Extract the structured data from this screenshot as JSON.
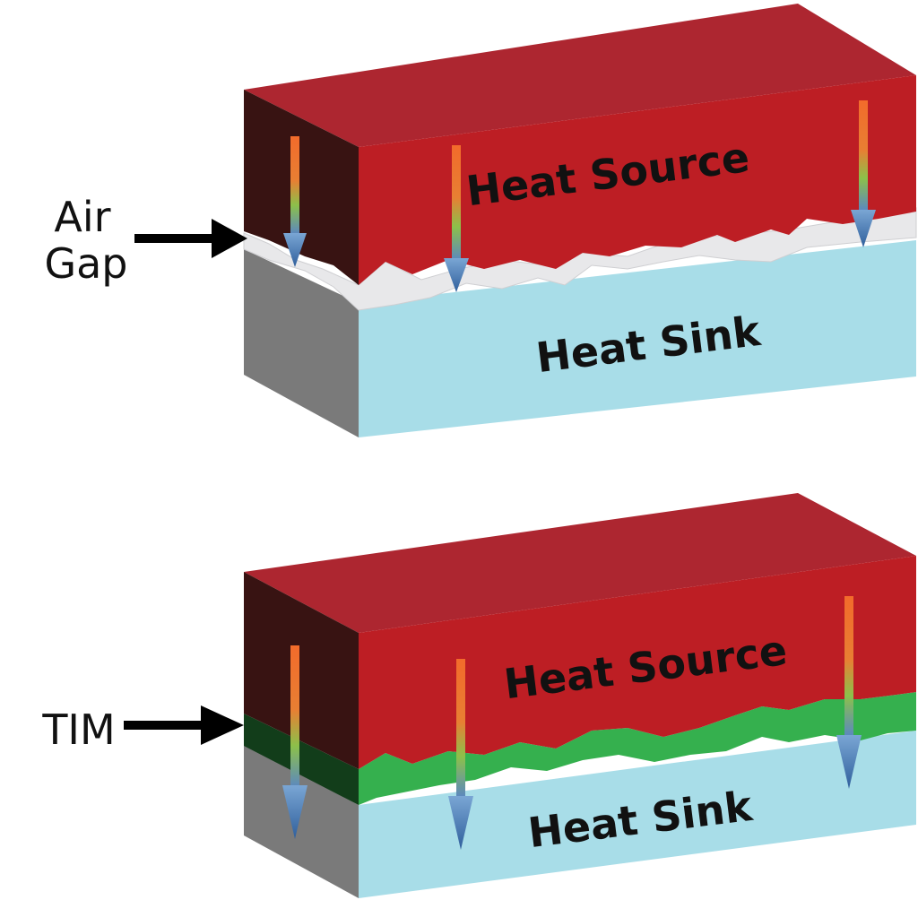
{
  "top_diagram": {
    "heat_source_label": "Heat Source",
    "heat_sink_label": "Heat Sink",
    "gap_label_line1": "Air",
    "gap_label_line2": "Gap"
  },
  "bottom_diagram": {
    "heat_source_label": "Heat Source",
    "heat_sink_label": "Heat Sink",
    "gap_label": "TIM"
  },
  "colors": {
    "heat_source_front": "#bd1e24",
    "heat_source_top": "#ad2630",
    "heat_source_side": "#381312",
    "heat_sink_front": "#a8dde8",
    "heat_sink_side": "#7a7a7a",
    "air_gap": "#e8e8ea",
    "tim_front": "#35b04e",
    "tim_side": "#123d1a"
  }
}
